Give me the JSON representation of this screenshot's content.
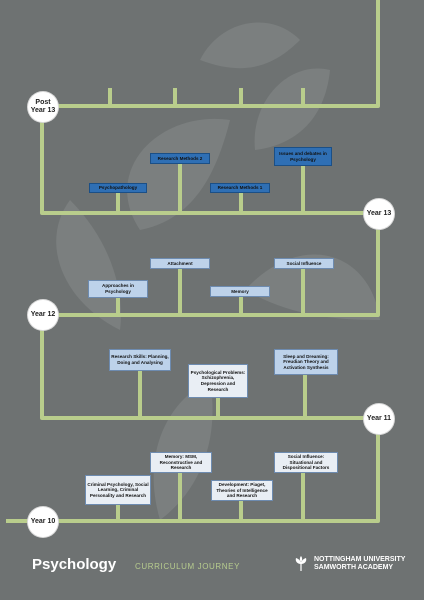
{
  "nodes": {
    "post13": "Post Year 13",
    "y13": "Year 13",
    "y12": "Year 12",
    "y11": "Year 11",
    "y10": "Year 10"
  },
  "boxes": {
    "psychopathology": "Psychopathology",
    "research2": "Research Methods 2",
    "research1": "Research Methods 1",
    "issues": "Issues and debates in Psychology",
    "attachment": "Attachment",
    "social_influence": "Social Influence",
    "approaches": "Approaches in Psychology",
    "memory": "Memory",
    "research_skills": "Research Skills: Planning, Doing and Analysing",
    "problems": "Psychological Problems: Schizophrenia, Depression and Research",
    "sleep": "Sleep and Dreaming: Freudian Theory and Activation Synthesis",
    "memory_msm": "Memory: MSM, Reconstructive and Research",
    "social_influence_10": "Social Influence: Situational and Dispositional Factors",
    "criminal": "Criminal Psychology, Social Learning, Criminal Personality and Research",
    "development": "Development: Piaget, Theories of Intelligence and Research"
  },
  "footer": {
    "title": "Psychology",
    "subtitle": "CURRICULUM JOURNEY",
    "logo_line1": "NOTTINGHAM UNIVERSITY",
    "logo_line2": "SAMWORTH ACADEMY"
  },
  "colors": {
    "background": "#6e7272",
    "track": "#b9cd8c",
    "dark_box": "#2f6fb4",
    "light_box": "#bdd2ea",
    "title": "#ffffff",
    "subtitle": "#b7cc8e"
  }
}
